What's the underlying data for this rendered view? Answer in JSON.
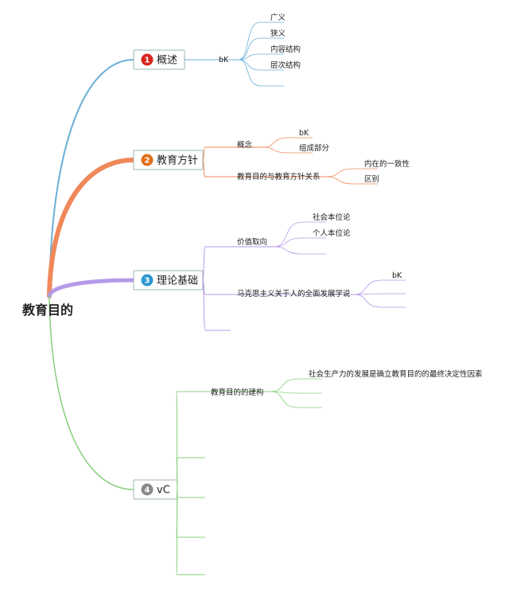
{
  "root": {
    "label": "教育目的"
  },
  "branches": [
    {
      "number": "1",
      "label": "概述",
      "color": "#6aafd8",
      "badge_color": "#d8261c",
      "sub": [
        {
          "label": "bK",
          "leaves": [
            "广义",
            "狭义",
            "内容结构",
            "层次结构",
            ""
          ]
        }
      ]
    },
    {
      "number": "2",
      "label": "教育方针",
      "color": "#f0885a",
      "badge_color": "#e06d16",
      "sub": [
        {
          "label": "概念",
          "leaves": [
            "bK",
            "组成部分"
          ]
        },
        {
          "label": "教育目的与教育方针关系",
          "leaves": [
            "内在的一致性",
            "区别"
          ]
        }
      ]
    },
    {
      "number": "3",
      "label": "理论基础",
      "color": "#b59ae8",
      "badge_color": "#2d96cf",
      "sub": [
        {
          "label": "价值取向",
          "leaves": [
            "社会本位论",
            "个人本位论",
            ""
          ]
        },
        {
          "label": "马克思主义关于人的全面发展学说",
          "leaves": [
            "bK",
            "",
            ""
          ]
        },
        {
          "label": "",
          "leaves": []
        }
      ]
    },
    {
      "number": "4",
      "label": "vC",
      "color": "#88cf7c",
      "badge_color": "#8a8a8a",
      "sub": [
        {
          "label": "教育目的的建构",
          "leaves": [
            "社会生产力的发展是确立教育目的的最终决定性因素",
            "",
            ""
          ]
        },
        {
          "label": "",
          "leaves": []
        },
        {
          "label": "",
          "leaves": []
        },
        {
          "label": "",
          "leaves": []
        },
        {
          "label": "",
          "leaves": []
        }
      ]
    }
  ]
}
